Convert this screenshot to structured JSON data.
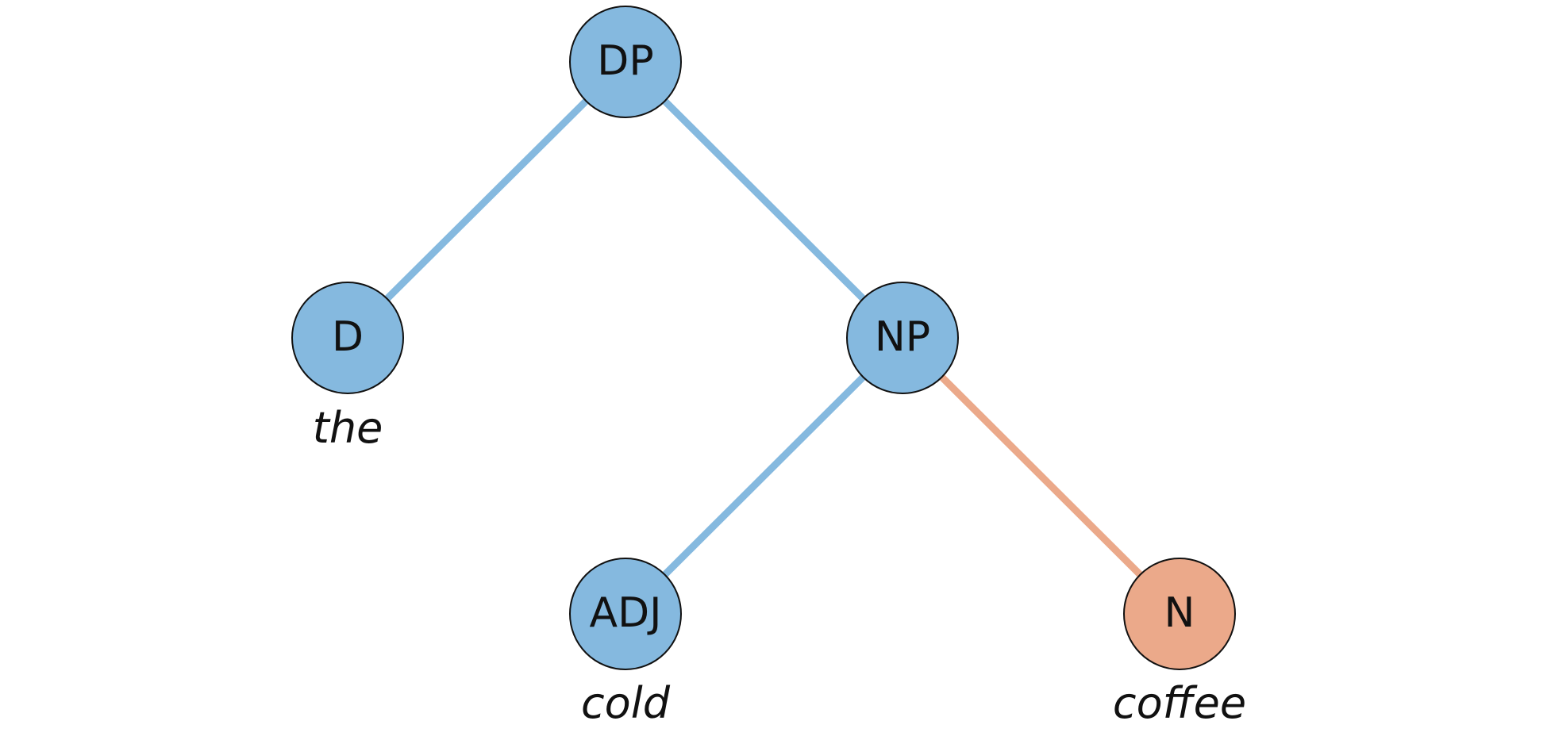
{
  "colors": {
    "blue": "#85b9df",
    "orange": "#eba98a",
    "outline": "#111111"
  },
  "nodes": {
    "dp": {
      "label": "DP",
      "color": "blue"
    },
    "d": {
      "label": "D",
      "color": "blue",
      "word": "the"
    },
    "np": {
      "label": "NP",
      "color": "blue"
    },
    "adj": {
      "label": "ADJ",
      "color": "blue",
      "word": "cold"
    },
    "n": {
      "label": "N",
      "color": "orange",
      "word": "coffee"
    }
  },
  "edges": [
    {
      "from": "dp",
      "to": "d",
      "color": "blue"
    },
    {
      "from": "dp",
      "to": "np",
      "color": "blue"
    },
    {
      "from": "np",
      "to": "adj",
      "color": "blue"
    },
    {
      "from": "np",
      "to": "n",
      "color": "orange"
    }
  ]
}
